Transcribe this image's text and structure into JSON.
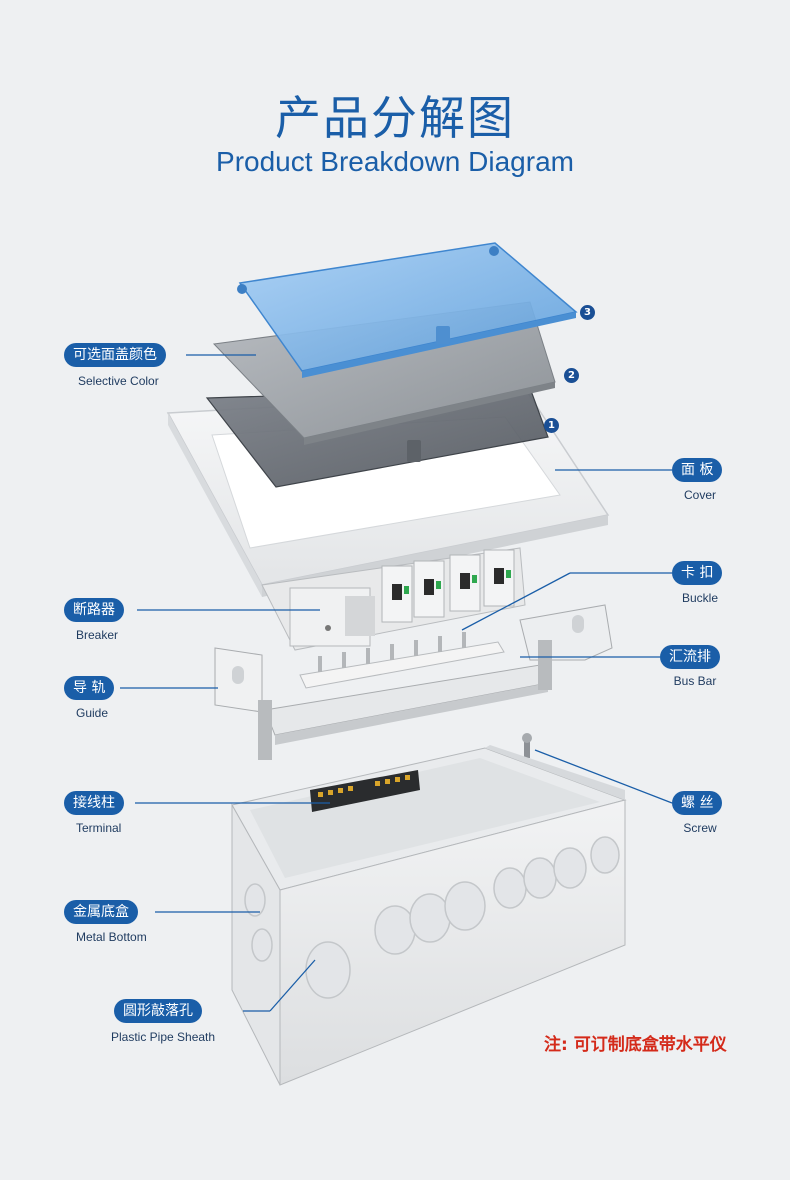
{
  "header": {
    "title_cn": "产品分解图",
    "title_en": "Product Breakdown Diagram"
  },
  "labels": {
    "selective_color": {
      "cn": "可选面盖颜色",
      "en": "Selective Color"
    },
    "cover": {
      "cn": "面 板",
      "en": "Cover"
    },
    "buckle": {
      "cn": "卡 扣",
      "en": "Buckle"
    },
    "breaker": {
      "cn": "断路器",
      "en": "Breaker"
    },
    "bus_bar": {
      "cn": "汇流排",
      "en": "Bus Bar"
    },
    "guide": {
      "cn": "导 轨",
      "en": "Guide"
    },
    "terminal": {
      "cn": "接线柱",
      "en": "Terminal"
    },
    "screw": {
      "cn": "螺 丝",
      "en": "Screw"
    },
    "metal_bottom": {
      "cn": "金属底盒",
      "en": "Metal Bottom"
    },
    "knockout": {
      "cn": "圆形敲落孔",
      "en": "Plastic Pipe Sheath"
    }
  },
  "markers": [
    "1",
    "2",
    "3"
  ],
  "note": "注: 可订制底盒带水平仪",
  "colors": {
    "accent": "#1a5ea8",
    "note": "#d42a1a",
    "cover_blue": "#7fb3e6",
    "cover_grey": "#9fa4aa",
    "cover_smoke": "#6f747b"
  }
}
